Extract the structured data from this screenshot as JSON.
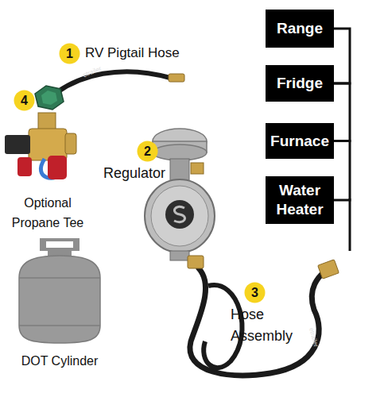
{
  "diagram": {
    "nodes": [
      {
        "text": [
          "Range"
        ]
      },
      {
        "text": [
          "1"
        ]
      },
      {
        "text": [
          "Fridge"
        ]
      },
      {
        "text": [
          "4"
        ]
      },
      {
        "text": [
          "Furnace"
        ]
      },
      {
        "text": [
          "2"
        ]
      },
      {
        "text": [
          "Water Heater"
        ]
      },
      {
        "text": [
          "3"
        ]
      }
    ],
    "edges": [
      {
        "from": 0,
        "to": 2,
        "arrow": "none"
      },
      {
        "from": 2,
        "to": 4,
        "arrow": "none"
      },
      {
        "from": 4,
        "to": 6,
        "arrow": "none"
      }
    ],
    "labels": [
      "RV Pigtail Hose",
      "Optional Propane Tee",
      "Regulator",
      "Hose Assembly",
      "DOT Cylinder",
      "etrailer",
      "etrailer"
    ]
  }
}
